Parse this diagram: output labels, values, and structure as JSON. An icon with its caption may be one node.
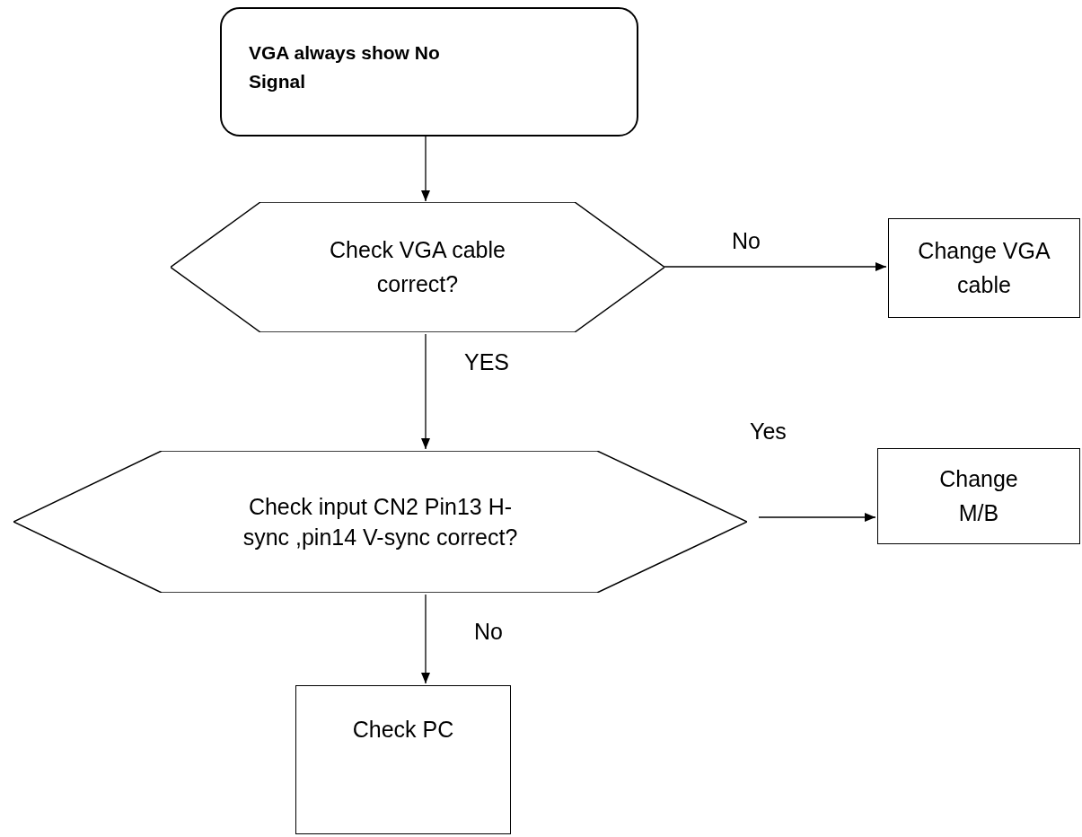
{
  "diagram": {
    "nodes": [
      {
        "text": [
          "VGA always show No Signal"
        ]
      },
      {
        "text": [
          "Check VGA cable correct?"
        ]
      },
      {
        "text": [
          "Change VGA cable"
        ]
      },
      {
        "text": [
          "Check input CN2 Pin13 H-sync ,pin14 V-sync correct?"
        ]
      },
      {
        "text": [
          "Change M/B"
        ]
      },
      {
        "text": [
          "Check PC"
        ]
      }
    ],
    "edges": [
      {
        "from": 0,
        "to": 1,
        "arrow": "to"
      },
      {
        "from": 1,
        "to": 2,
        "arrow": "to",
        "label": "No"
      },
      {
        "from": 1,
        "to": 3,
        "arrow": "to",
        "label": "YES"
      },
      {
        "from": 3,
        "to": 4,
        "arrow": "to",
        "label": "Yes"
      },
      {
        "from": 3,
        "to": 5,
        "arrow": "to",
        "label": "No"
      }
    ]
  }
}
